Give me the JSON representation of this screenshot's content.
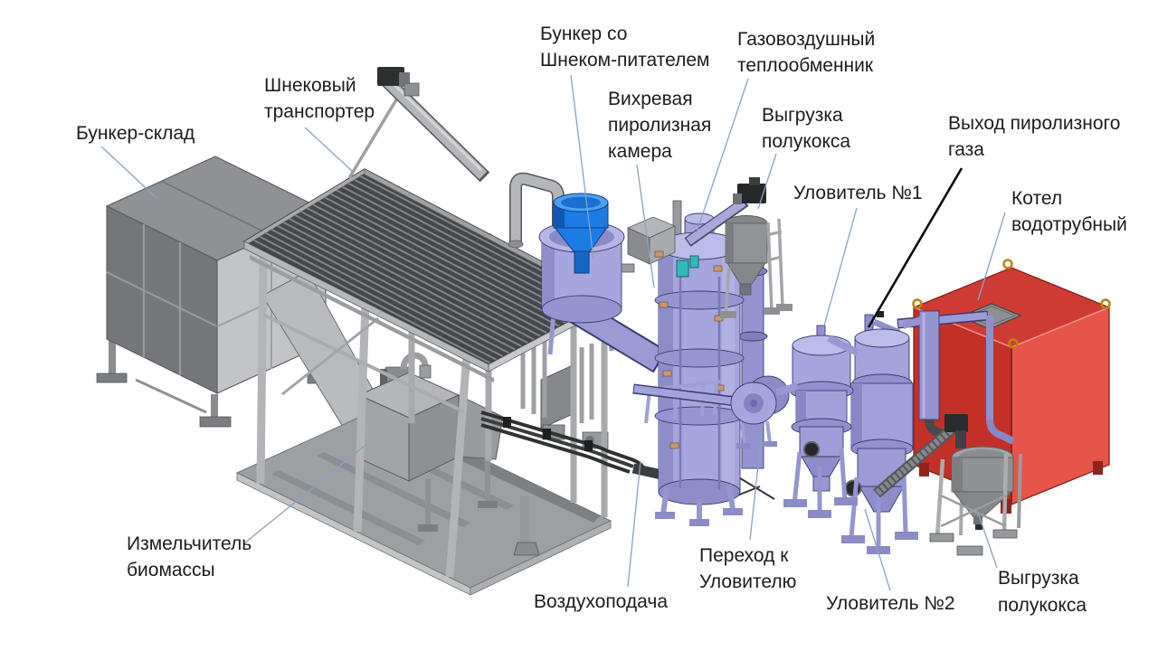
{
  "labels": [
    {
      "name": "bunker-sklad",
      "lines": [
        "Бункер-склад"
      ]
    },
    {
      "name": "shnekovy-transporter",
      "lines": [
        "Шнековый",
        "транспортер"
      ]
    },
    {
      "name": "bunker-so-shnekom",
      "lines": [
        "Бункер со",
        "Шнеком-питателем"
      ]
    },
    {
      "name": "gazovozdushny-teploobmennik",
      "lines": [
        "Газовоздушный",
        "теплообменник"
      ]
    },
    {
      "name": "vikhrevaya-piroliznaya-kamera",
      "lines": [
        "Вихревая",
        "пиролизная",
        "камера"
      ]
    },
    {
      "name": "vygruzka-polukoksa-top",
      "lines": [
        "Выгрузка",
        "полукокса"
      ]
    },
    {
      "name": "ulovitel-1",
      "lines": [
        "Уловитель №1"
      ]
    },
    {
      "name": "vykhod-piroliznogo-gaza",
      "lines": [
        "Выход пиролизного",
        "газа"
      ]
    },
    {
      "name": "kotel-vodotrubny",
      "lines": [
        "Котел",
        "водотрубный"
      ]
    },
    {
      "name": "izmelchitel-biomassy",
      "lines": [
        "Измельчитель",
        "биомассы"
      ]
    },
    {
      "name": "vozdukhopodacha",
      "lines": [
        "Воздухоподача"
      ]
    },
    {
      "name": "perekhod-k-ulovitelyu",
      "lines": [
        "Переход к",
        "Уловителю"
      ]
    },
    {
      "name": "ulovitel-2",
      "lines": [
        "Уловитель №2"
      ]
    },
    {
      "name": "vygruzka-polukoksa-bottom",
      "lines": [
        "Выгрузка",
        "полукокса"
      ]
    }
  ],
  "colors": {
    "background": "#ffffff",
    "label_text": "#1c1c1c",
    "leader_line": "#88a2c2",
    "gas_outlet_callout": "#0c0c0c",
    "equipment_lavender": "#a6a6de",
    "feed_funnel_blue": "#1d7be4",
    "boiler_red_top": "#ce3b34",
    "boiler_red_left": "#c23028",
    "boiler_red_right": "#e6544a",
    "structure_gray": "#9a9ca0",
    "roof_dark": "#46484b",
    "teal_fitting": "#35b8b8",
    "bracket_tan": "#c9996d"
  }
}
